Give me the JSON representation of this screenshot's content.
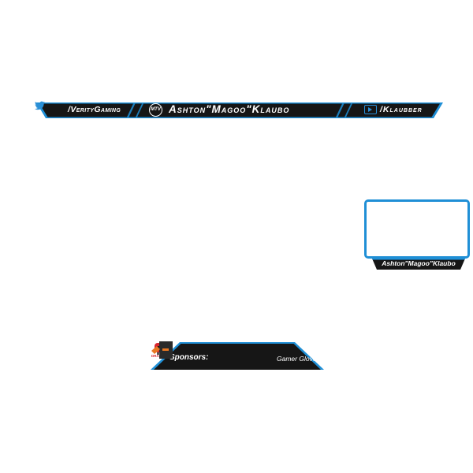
{
  "top_banner": {
    "twitter_handle": "/VerityGaming",
    "streamer_name": "Ashton\"Magoo\"Klaubo",
    "logo_text": "MTV",
    "youtube_handle": "/Klaubber"
  },
  "webcam": {
    "label": "Ashton\"Magoo\"Klaubo"
  },
  "sponsors": {
    "label": "Sponsors:",
    "logo_text": "DRACO",
    "gloves_label": "Gamer Gloves"
  },
  "colors": {
    "accent": "#1f8fd6",
    "panel": "#161616",
    "sponsor_red": "#d7262f",
    "sponsor_orange": "#e87722"
  },
  "icons": [
    "twitter-icon",
    "mtv-logo",
    "youtube-icon",
    "controller-logo",
    "gloves-logo"
  ]
}
